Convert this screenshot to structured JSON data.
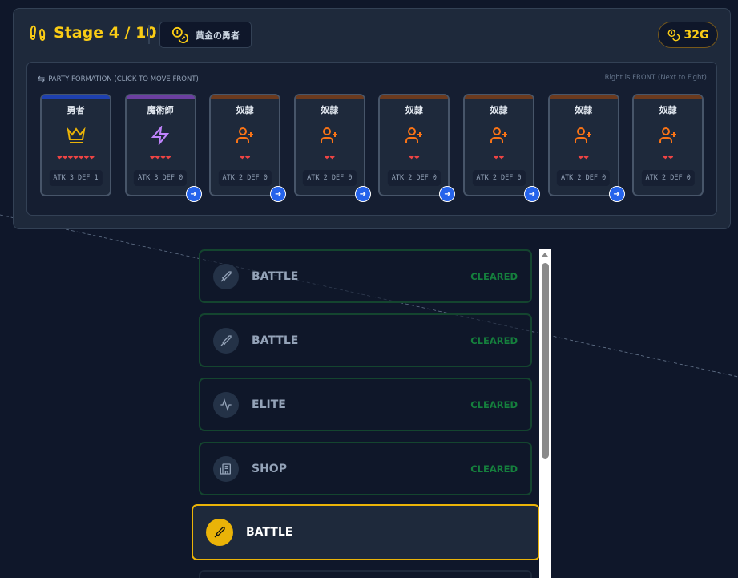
{
  "header": {
    "stage_label": "Stage 4 / 10",
    "title_badge": "黄金の勇者",
    "gold": "32G"
  },
  "formation": {
    "label": "PARTY FORMATION (CLICK TO MOVE FRONT)",
    "hint": "Right is FRONT (Next to Fight)",
    "members": [
      {
        "name": "勇者",
        "icon": "crown-icon",
        "hp": 7,
        "stats": "ATK 3 DEF 1",
        "color": "#1e40af",
        "icon_color": "#eab308",
        "movable": false
      },
      {
        "name": "魔術師",
        "icon": "lightning-icon",
        "hp": 4,
        "stats": "ATK 3 DEF 0",
        "color": "#6b3fa0",
        "icon_color": "#c084fc",
        "movable": true
      },
      {
        "name": "奴隷",
        "icon": "user-plus-icon",
        "hp": 2,
        "stats": "ATK 2 DEF 0",
        "color": "#6b3a1e",
        "icon_color": "#f97316",
        "movable": true
      },
      {
        "name": "奴隷",
        "icon": "user-plus-icon",
        "hp": 2,
        "stats": "ATK 2 DEF 0",
        "color": "#6b3a1e",
        "icon_color": "#f97316",
        "movable": true
      },
      {
        "name": "奴隷",
        "icon": "user-plus-icon",
        "hp": 2,
        "stats": "ATK 2 DEF 0",
        "color": "#6b3a1e",
        "icon_color": "#f97316",
        "movable": true
      },
      {
        "name": "奴隷",
        "icon": "user-plus-icon",
        "hp": 2,
        "stats": "ATK 2 DEF 0",
        "color": "#6b3a1e",
        "icon_color": "#f97316",
        "movable": true
      },
      {
        "name": "奴隷",
        "icon": "user-plus-icon",
        "hp": 2,
        "stats": "ATK 2 DEF 0",
        "color": "#6b3a1e",
        "icon_color": "#f97316",
        "movable": true
      },
      {
        "name": "奴隷",
        "icon": "user-plus-icon",
        "hp": 2,
        "stats": "ATK 2 DEF 0",
        "color": "#6b3a1e",
        "icon_color": "#f97316",
        "movable": false
      }
    ]
  },
  "stages": [
    {
      "label": "BATTLE",
      "icon": "sword-icon",
      "status": "CLEARED"
    },
    {
      "label": "BATTLE",
      "icon": "sword-icon",
      "status": "CLEARED"
    },
    {
      "label": "ELITE",
      "icon": "activity-icon",
      "status": "CLEARED"
    },
    {
      "label": "SHOP",
      "icon": "shop-icon",
      "status": "CLEARED"
    },
    {
      "label": "BATTLE",
      "icon": "sword-icon",
      "status": ""
    }
  ]
}
